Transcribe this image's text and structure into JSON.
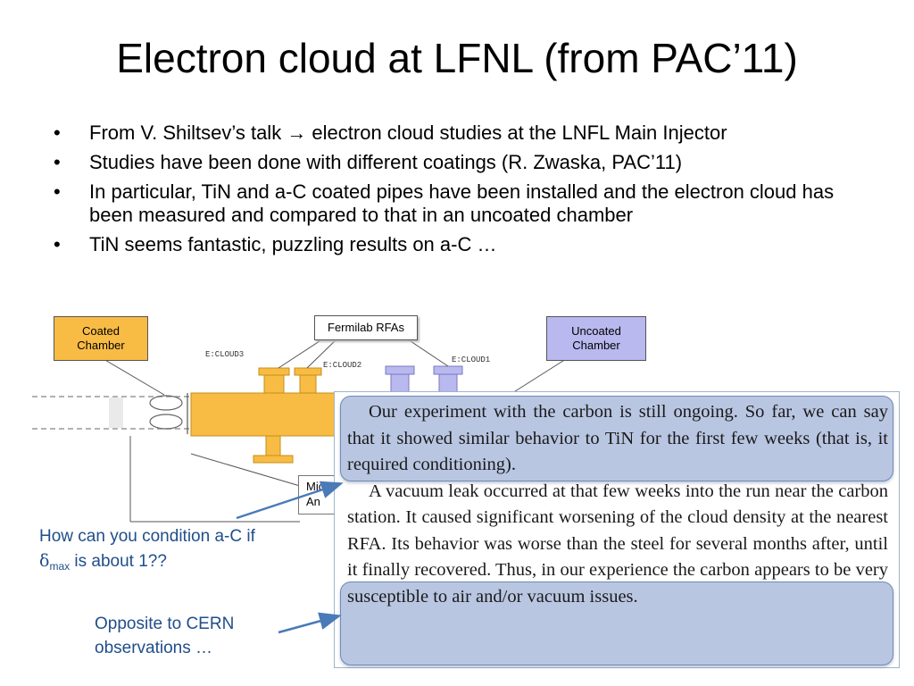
{
  "slide": {
    "title": "Electron cloud at LFNL (from PAC’11)",
    "bullets": [
      {
        "before": "From V. Shiltsev’s talk ",
        "arrow": "→",
        "after": " electron cloud studies at the LNFL Main Injector"
      },
      {
        "text": "Studies have been done with different coatings (R. Zwaska, PAC’11)"
      },
      {
        "text": "In particular, TiN and a-C coated pipes have been installed and the electron cloud has been measured and compared to that in an uncoated chamber"
      },
      {
        "text": "TiN seems fantastic, puzzling results on a-C …"
      }
    ],
    "bullet_glyph": "•"
  },
  "diagram": {
    "coated_label_1": "Coated",
    "coated_label_2": "Chamber",
    "uncoated_label_1": "Uncoated",
    "uncoated_label_2": "Chamber",
    "rfa_label": "Fermilab RFAs",
    "cloud3": "E:CLOUD3",
    "cloud2": "E:CLOUD2",
    "cloud1": "E:CLOUD1",
    "mic_1": "Mic",
    "mic_2": "An",
    "colors": {
      "coated": "#f8bc45",
      "uncoated": "#b9b8ef"
    }
  },
  "quote": {
    "para1": "Our experiment with the carbon is still ongoing. So far, we can say that it showed similar behavior to TiN for the first few weeks (that is, it required conditioning).",
    "para2": "A vacuum leak occurred at that few weeks into the run near the carbon station. It caused significant worsening of the cloud density at the nearest RFA. Its behavior was worse than the steel for several months after, until it finally recovered. Thus, in our experience the carbon appears to be very susceptible to air and/or vacuum issues."
  },
  "notes": {
    "note1_line1": "How can you condition a-C if",
    "note1_delta": "δ",
    "note1_sub": "max",
    "note1_rest": " is about 1??",
    "note2_line1": "Opposite to CERN",
    "note2_line2": "observations …"
  },
  "colors": {
    "note_text": "#1f4e8a",
    "highlight": "#b9c6e2"
  }
}
